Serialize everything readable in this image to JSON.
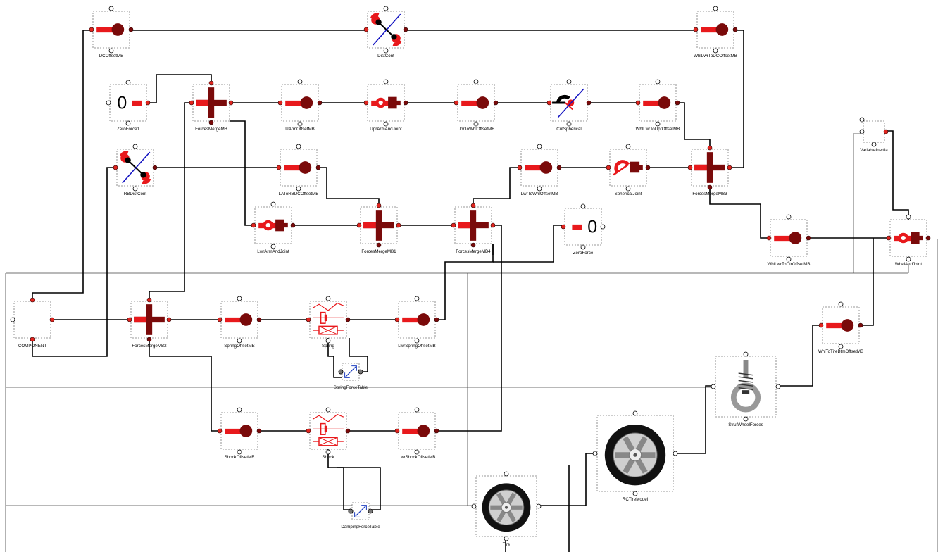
{
  "diagram": {
    "components": [
      {
        "id": "dcoffset",
        "label": "DCOffsetMB",
        "icon": "offset-mass-icon"
      },
      {
        "id": "distcont",
        "label": "DistCont",
        "icon": "distance-constraint-icon"
      },
      {
        "id": "whllwrdc",
        "label": "WhlLwrToDCOffsetMB",
        "icon": "offset-mass-icon"
      },
      {
        "id": "zeroforce1",
        "label": "ZeroForce1",
        "icon": "zero-force-icon",
        "value": "0"
      },
      {
        "id": "fmmb",
        "label": "ForcesMergeMB",
        "icon": "force-merge-icon"
      },
      {
        "id": "uarm",
        "label": "UArmOffsetMB",
        "icon": "offset-mass-icon"
      },
      {
        "id": "uprarmjoint",
        "label": "UprArmAndJoint",
        "icon": "arm-joint-icon"
      },
      {
        "id": "uprtowhl",
        "label": "UprToWhlOffsetMB",
        "icon": "offset-mass-icon"
      },
      {
        "id": "cutsph",
        "label": "CutSpherical",
        "icon": "cut-spherical-icon"
      },
      {
        "id": "whllwrupr",
        "label": "WhlLwrToUprOffsetMB",
        "icon": "offset-mass-icon"
      },
      {
        "id": "variner",
        "label": "VariableInertia",
        "icon": "variable-inertia-icon"
      },
      {
        "id": "rbdist",
        "label": "RBDistCont",
        "icon": "distance-constraint-icon"
      },
      {
        "id": "latorbdc",
        "label": "LAToRBDCOffsetMB",
        "icon": "offset-mass-icon"
      },
      {
        "id": "lwrtowhl",
        "label": "LwrToWhlOffsetMB",
        "icon": "offset-mass-icon"
      },
      {
        "id": "sphjoint",
        "label": "SphericalJoint",
        "icon": "spherical-joint-icon"
      },
      {
        "id": "fmmb3",
        "label": "ForcesMergeMB3",
        "icon": "force-merge-icon"
      },
      {
        "id": "lwrarmjoint",
        "label": "LwrArmAndJoint",
        "icon": "arm-joint-icon"
      },
      {
        "id": "fmmb1",
        "label": "ForcesMergeMB1",
        "icon": "force-merge-icon"
      },
      {
        "id": "fmmb4",
        "label": "ForcesMergeMB4",
        "icon": "force-merge-icon"
      },
      {
        "id": "zeroforce",
        "label": "ZeroForce",
        "icon": "zero-force-icon",
        "value": "0"
      },
      {
        "id": "whllwrctr",
        "label": "WhlLwrToCtrOffsetMB",
        "icon": "offset-mass-icon"
      },
      {
        "id": "whljoint",
        "label": "WhelAndJoint",
        "icon": "arm-joint-icon"
      },
      {
        "id": "component",
        "label": "COMPONENT",
        "icon": "component-icon"
      },
      {
        "id": "fmmb2",
        "label": "ForcesMergeMB2",
        "icon": "force-merge-icon"
      },
      {
        "id": "springoff",
        "label": "SpringOffsetMB",
        "icon": "offset-mass-icon"
      },
      {
        "id": "spring",
        "label": "Spring",
        "icon": "spring-damper-icon"
      },
      {
        "id": "lwrspring",
        "label": "LwrSpringOffsetMB",
        "icon": "offset-mass-icon"
      },
      {
        "id": "whltotire",
        "label": "WhlToTireBtmOffsetMB",
        "icon": "offset-mass-icon"
      },
      {
        "id": "springtable",
        "label": "SpringForceTable",
        "icon": "force-table-icon"
      },
      {
        "id": "strut",
        "label": "StrutWheelForces",
        "icon": "strut-icon"
      },
      {
        "id": "shockoff",
        "label": "ShockOffsetMB",
        "icon": "offset-mass-icon"
      },
      {
        "id": "shock",
        "label": "Shock",
        "icon": "spring-damper-icon"
      },
      {
        "id": "lwrshock",
        "label": "LwrShockOffsetMB",
        "icon": "offset-mass-icon"
      },
      {
        "id": "rctire",
        "label": "RCTireModel",
        "icon": "tire-icon"
      },
      {
        "id": "dampingtable",
        "label": "DampingForceTable",
        "icon": "force-table-icon"
      },
      {
        "id": "tire",
        "label": "Tire",
        "icon": "tire-icon"
      }
    ],
    "colors": {
      "mass_link": "#e8191c",
      "mass_body": "#7a0a0a",
      "connector_fill": "#e0251f",
      "connector_dark": "#7a0a0a",
      "wire": "#000000",
      "thin_wire": "#404040",
      "constraint_line": "#1010c0",
      "table_icon": "#2040c0",
      "box_border": "#777777"
    }
  }
}
